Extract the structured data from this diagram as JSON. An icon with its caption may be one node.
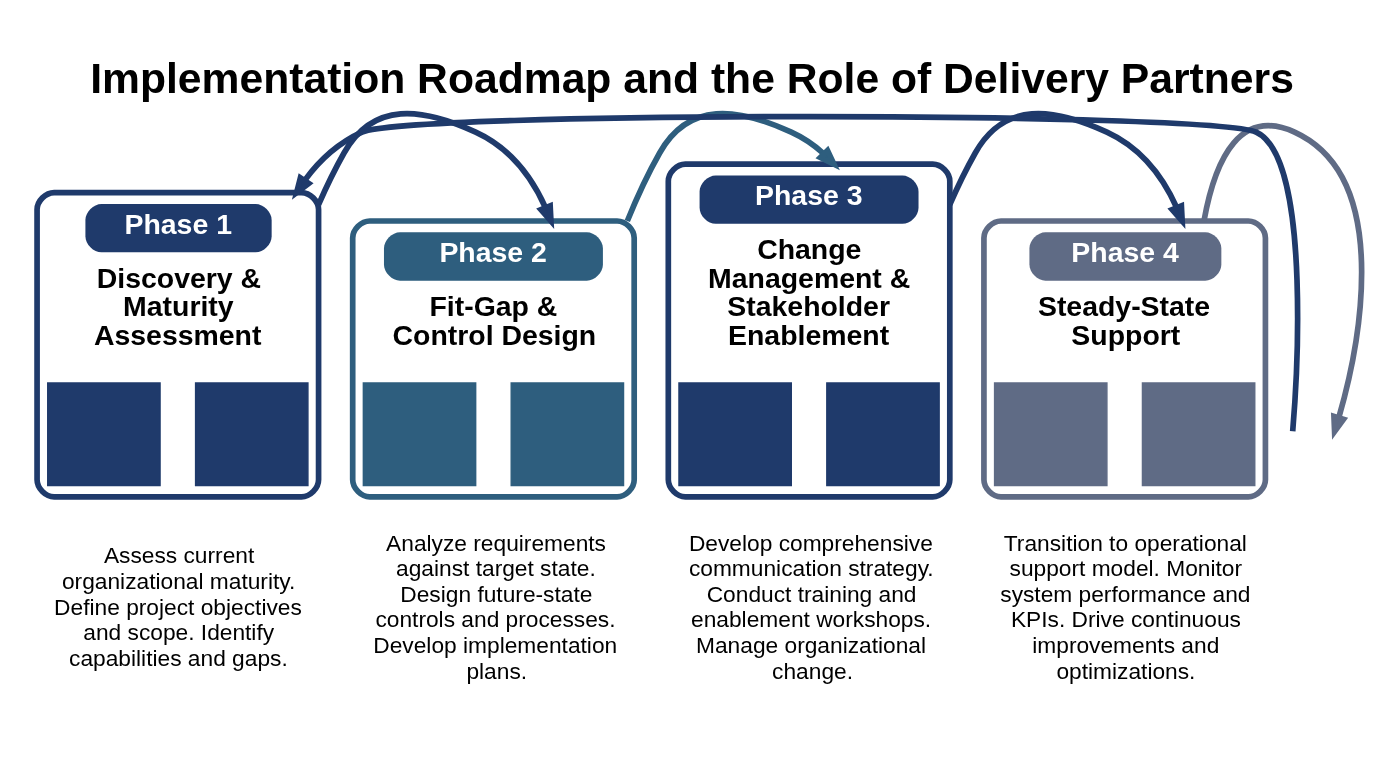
{
  "diagram": {
    "title": "Implementation Roadmap and the Role of Delivery Partners",
    "nodes": [
      {
        "text": [
          "Phase 1",
          "Discovery & Maturity Assessment"
        ],
        "beside": [
          "Assess current organizational maturity. Define project objectives and scope. Identify capabilities and gaps."
        ]
      },
      {
        "text": [],
        "shape": "box",
        "in": 0
      },
      {
        "text": [],
        "shape": "box",
        "in": 0
      },
      {
        "text": [
          "Phase 2",
          "Fit-Gap & Control Design"
        ],
        "beside": [
          "Analyze requirements against target state. Design future-state controls and processes. Develop implementation plans."
        ]
      },
      {
        "text": [],
        "shape": "box",
        "in": 3
      },
      {
        "text": [],
        "shape": "box",
        "in": 3
      },
      {
        "text": [
          "Phase 3",
          "Change Management & Stakeholder Enablement"
        ],
        "beside": [
          "Develop comprehensive communication strategy. Conduct training and enablement workshops. Manage organizational change."
        ]
      },
      {
        "text": [],
        "shape": "box",
        "in": 6
      },
      {
        "text": [],
        "shape": "box",
        "in": 6
      },
      {
        "text": [
          "Phase 4",
          "Steady-State Support"
        ],
        "beside": [
          "Transition to operational support model. Monitor system performance and KPIs. Drive continuous improvements and optimizations."
        ]
      },
      {
        "text": [],
        "shape": "box",
        "in": 9
      },
      {
        "text": [],
        "shape": "box",
        "in": 9
      }
    ],
    "edges": [
      {
        "from": null,
        "to": 0,
        "arrow": "to"
      },
      {
        "from": 0,
        "to": 3,
        "arrow": "to"
      },
      {
        "from": 3,
        "to": 6,
        "arrow": "to",
        "color": "#2e5e7e"
      },
      {
        "from": 6,
        "to": 9,
        "arrow": "to"
      },
      {
        "from": 9,
        "to": null,
        "arrow": "to",
        "color": "#5f6b85"
      }
    ]
  }
}
